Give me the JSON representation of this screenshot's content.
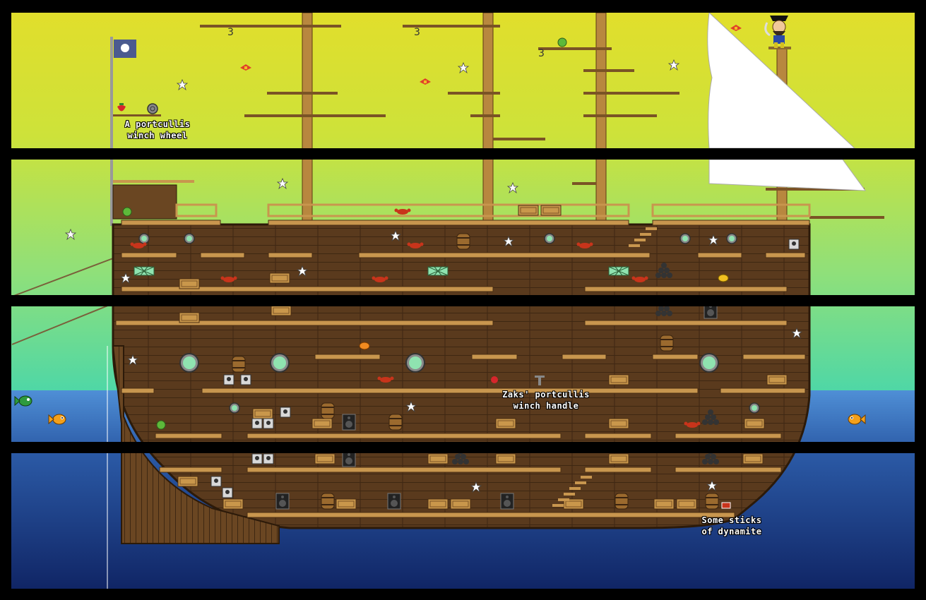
{
  "title": "",
  "labels": {
    "winch_wheel": "A portcullis\nwinch wheel",
    "winch_handle": "Zaks' portcullis\nwinch handle",
    "dynamite": "Some sticks\nof dynamite"
  },
  "colors": {
    "sky_top": "#e3de2a",
    "sky_bottom": "#4fd7a6",
    "sea_top": "#4f8fd6",
    "sea_bottom": "#112a72",
    "hull_wood": "#5a3a1d",
    "deck_plank": "#c8964e",
    "mast": "#b8873f",
    "sail": "#ffffff",
    "band": "#000000"
  },
  "items": [
    {
      "name": "pirate-flag-icon",
      "kind": "flag"
    },
    {
      "name": "strawberry-icon",
      "kind": "fruit"
    },
    {
      "name": "portcullis-winch-wheel-icon",
      "kind": "wheel"
    },
    {
      "name": "portcullis-winch-handle-icon",
      "kind": "handle"
    },
    {
      "name": "dynamite-icon",
      "kind": "dynamite"
    },
    {
      "name": "pirate-zak-sprite",
      "kind": "player"
    },
    {
      "name": "fish-icon",
      "kind": "enemy"
    },
    {
      "name": "parrot-icon",
      "kind": "enemy"
    },
    {
      "name": "star-icon",
      "kind": "collectible"
    },
    {
      "name": "barrel-icon",
      "kind": "prop"
    },
    {
      "name": "cannonball-pile-icon",
      "kind": "prop"
    }
  ]
}
